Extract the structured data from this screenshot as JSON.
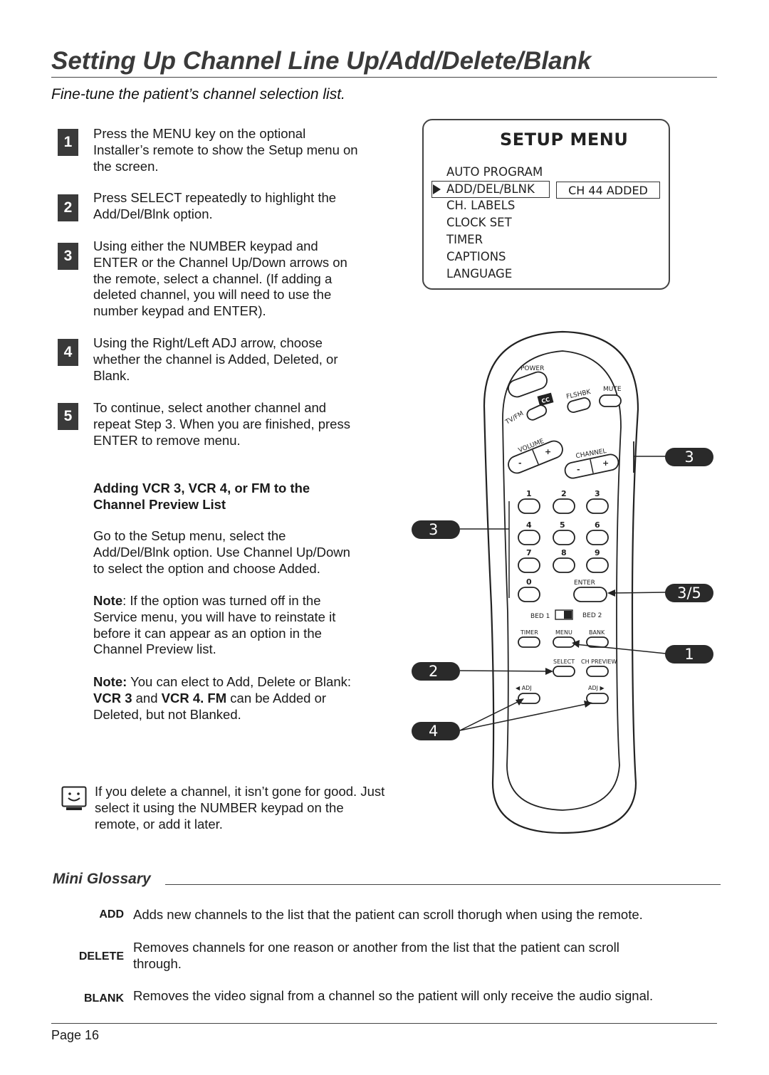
{
  "page_title": "Setting Up Channel Line Up/Add/Delete/Blank",
  "subtitle": "Fine-tune the patient’s channel selection list.",
  "steps": [
    {
      "num": "1",
      "lines": [
        "Press the MENU key on the optional",
        "Installer’s remote to show the Setup menu on",
        "the screen."
      ]
    },
    {
      "num": "2",
      "lines": [
        "Press SELECT repeatedly to highlight the",
        "Add/Del/Blnk option."
      ]
    },
    {
      "num": "3",
      "lines": [
        "Using either the NUMBER keypad and",
        "ENTER or the Channel Up/Down arrows on",
        "the remote, select a channel. (If adding a",
        "deleted channel, you will need to use the",
        "number keypad and ENTER)."
      ]
    },
    {
      "num": "4",
      "lines": [
        "Using the Right/Left ADJ arrow, choose",
        "whether the channel is Added, Deleted, or",
        "Blank."
      ]
    },
    {
      "num": "5",
      "lines": [
        "To continue, select another channel and",
        "repeat Step 3. When you are finished, press",
        "ENTER to remove menu."
      ]
    }
  ],
  "vcr_section": {
    "heading_lines": [
      "Adding VCR 3, VCR 4, or FM to the",
      "Channel Preview List"
    ],
    "body_lines": [
      "Go to the Setup menu, select the",
      "Add/Del/Blnk option. Use Channel Up/Down",
      "to select the option and choose Added."
    ],
    "note1": {
      "label": "Note",
      "lines": [
        ": If the option was turned off in the",
        "Service menu, you will have to reinstate it",
        "before it can appear as an option in the",
        "Channel Preview list."
      ]
    },
    "note2": {
      "label": "Note:",
      "line1_rest": " You can elect to Add, Delete or Blank:",
      "vcr3": "VCR 3",
      "and": " and ",
      "vcr4fm": "VCR 4. FM",
      "line2_rest": " can be Added or",
      "line3": "Deleted, but not Blanked."
    }
  },
  "tip_lines": [
    "If you delete a channel, it isn’t gone for good. Just",
    "select it using the NUMBER keypad on the",
    "remote, or add it later."
  ],
  "setup_menu": {
    "title": "SETUP MENU",
    "items": [
      "AUTO PROGRAM",
      "ADD/DEL/BLNK",
      "CH. LABELS",
      "CLOCK SET",
      "TIMER",
      "CAPTIONS",
      "LANGUAGE"
    ],
    "selected_index": 1,
    "status": "CH 44 ADDED"
  },
  "remote": {
    "power": "POWER",
    "cc": "CC",
    "flshbk": "FLSHBK",
    "mute": "MUTE",
    "tvfm": "TV/FM",
    "volume": "VOLUME",
    "channel": "CHANNEL",
    "minus": "-",
    "plus": "+",
    "digits": [
      "1",
      "2",
      "3",
      "4",
      "5",
      "6",
      "7",
      "8",
      "9",
      "0"
    ],
    "enter": "ENTER",
    "bed1": "BED 1",
    "bed2": "BED 2",
    "timer": "TIMER",
    "menu": "MENU",
    "bank": "BANK",
    "select": "SELECT",
    "ch_preview": "CH PREVIEW",
    "adj_left": "◀ ADJ",
    "adj_right": "ADJ ▶"
  },
  "callouts": {
    "ch": "3",
    "num": "3",
    "enter": "3/5",
    "menu": "1",
    "select": "2",
    "adj": "4"
  },
  "glossary": {
    "title": "Mini Glossary",
    "entries": [
      {
        "term": "ADD",
        "lines": [
          "Adds new channels to the list that the patient can scroll thorugh when using the remote."
        ]
      },
      {
        "term": "DELETE",
        "lines": [
          "Removes channels for one reason or another from the list that the patient can scroll",
          "through."
        ]
      },
      {
        "term": "BLANK",
        "lines": [
          "Removes the video signal from a channel so the patient will only receive the audio signal."
        ]
      }
    ]
  },
  "page_number": "Page 16"
}
